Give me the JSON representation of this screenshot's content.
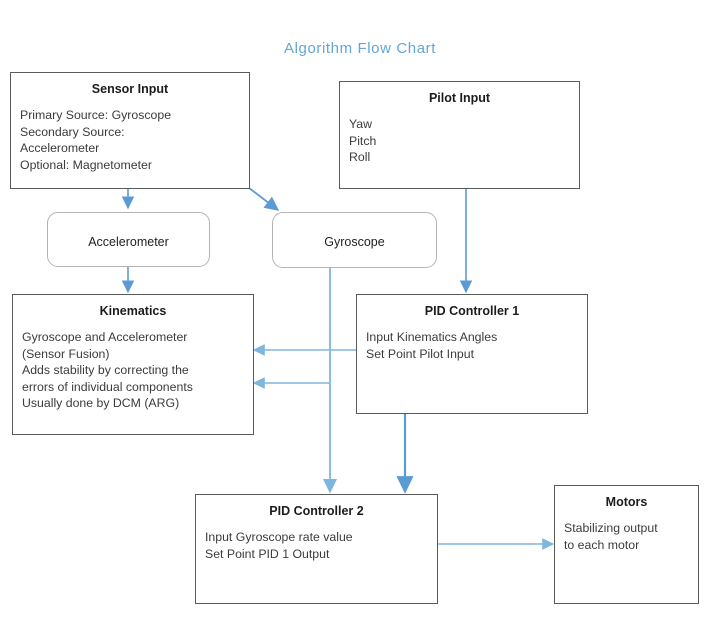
{
  "title": "Algorithm Flow Chart",
  "theme": {
    "title_color": "#64a6d4",
    "arrow_color": "#5b9bd5",
    "arrow_color_light": "#7fb6dd",
    "rect_border": "#5a5a5a",
    "round_border": "#b4b4b4",
    "text_color": "#3b3b3b"
  },
  "nodes": {
    "sensor_input": {
      "title": "Sensor Input",
      "body": "Primary Source: Gyroscope\nSecondary Source:\nAccelerometer\nOptional: Magnetometer"
    },
    "pilot_input": {
      "title": "Pilot Input",
      "body": "Yaw\nPitch\nRoll"
    },
    "accelerometer": {
      "title": "Accelerometer"
    },
    "gyroscope": {
      "title": "Gyroscope"
    },
    "kinematics": {
      "title": "Kinematics",
      "body": "Gyroscope and Accelerometer\n(Sensor Fusion)\nAdds stability by correcting the\nerrors of individual components\nUsually done by DCM (ARG)"
    },
    "pid_controller_1": {
      "title": "PID Controller 1",
      "body": "Input Kinematics Angles\nSet Point Pilot Input"
    },
    "pid_controller_2": {
      "title": "PID Controller 2",
      "body": "Input Gyroscope rate value\nSet Point PID 1 Output"
    },
    "motors": {
      "title": "Motors",
      "body": "Stabilizing output\nto each motor"
    }
  },
  "edges": [
    {
      "id": "sensor-to-accelerometer",
      "from": "sensor_input",
      "to": "accelerometer"
    },
    {
      "id": "sensor-to-gyroscope",
      "from": "sensor_input",
      "to": "gyroscope"
    },
    {
      "id": "accelerometer-to-kinematics",
      "from": "accelerometer",
      "to": "kinematics"
    },
    {
      "id": "pilot-to-pid1",
      "from": "pilot_input",
      "to": "pid_controller_1"
    },
    {
      "id": "pid1-to-kinematics",
      "from": "pid_controller_1",
      "to": "kinematics"
    },
    {
      "id": "gyroscope-to-kinematics",
      "from": "gyroscope",
      "to": "kinematics"
    },
    {
      "id": "gyroscope-to-pid2",
      "from": "gyroscope",
      "to": "pid_controller_2"
    },
    {
      "id": "pid1-to-pid2",
      "from": "pid_controller_1",
      "to": "pid_controller_2"
    },
    {
      "id": "pid2-to-motors",
      "from": "pid_controller_2",
      "to": "motors"
    }
  ]
}
